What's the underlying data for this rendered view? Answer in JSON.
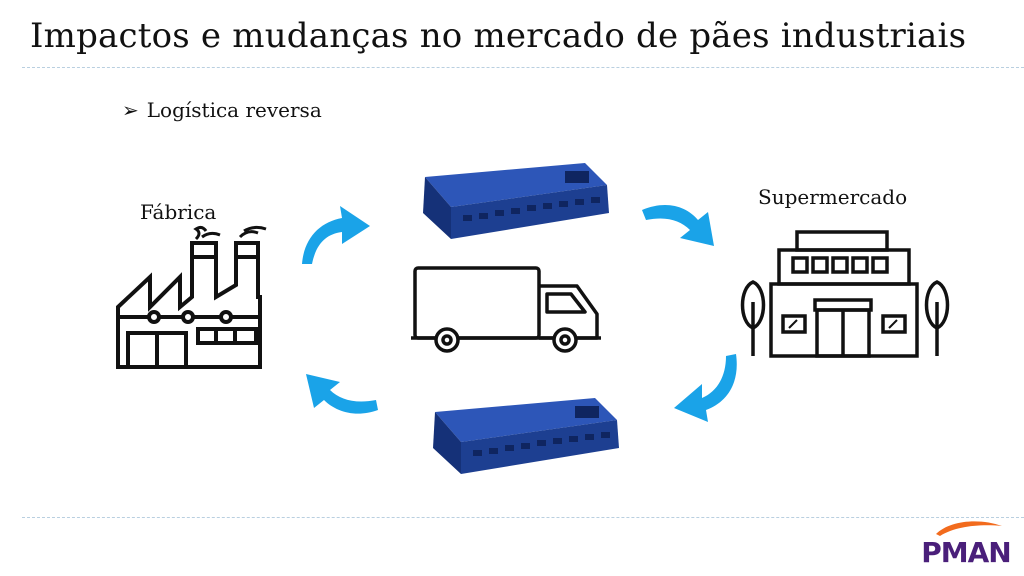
{
  "slide": {
    "title": "Impactos e mudanças no mercado de pães industriais",
    "bullet": {
      "marker": "➢",
      "text": "Logística reversa"
    }
  },
  "diagram": {
    "nodes": {
      "factory": {
        "label": "Fábrica",
        "icon": "factory-icon"
      },
      "supermarket": {
        "label": "Supermercado",
        "icon": "supermarket-icon"
      },
      "truck": {
        "icon": "truck-icon"
      },
      "crate_top": {
        "icon": "bread-crate-icon"
      },
      "crate_bottom": {
        "icon": "bread-crate-icon"
      }
    },
    "arrows": [
      {
        "from": "factory",
        "to": "crate_top",
        "icon": "curved-arrow-icon"
      },
      {
        "from": "crate_top",
        "to": "supermarket",
        "icon": "curved-arrow-icon"
      },
      {
        "from": "supermarket",
        "to": "crate_bottom",
        "icon": "curved-arrow-icon"
      },
      {
        "from": "crate_bottom",
        "to": "factory",
        "icon": "curved-arrow-icon"
      }
    ]
  },
  "logo": {
    "text": "PMAN",
    "swoosh_color": "#f26b1d",
    "text_color": "#4a1f7a"
  },
  "colors": {
    "arrow": "#1aa3e8",
    "crate": "#1d3f91",
    "line": "#111111"
  }
}
